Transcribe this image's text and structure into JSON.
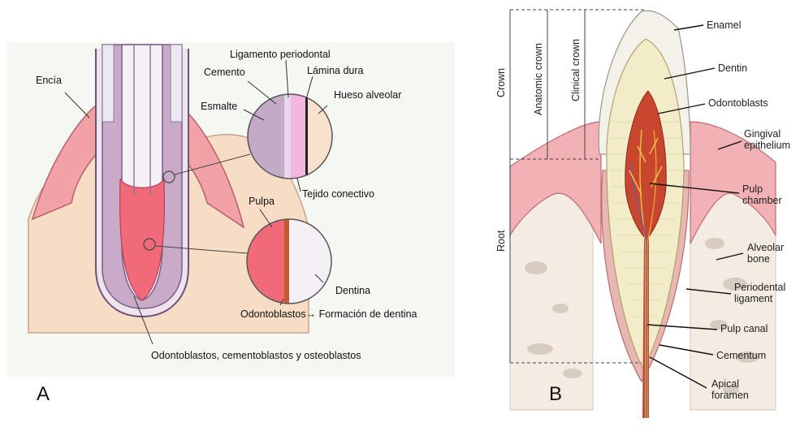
{
  "panel_a": {
    "letter": "A",
    "labels": {
      "encia": "Encía",
      "cemento": "Cemento",
      "ligamento": "Ligamento periodontal",
      "lamina": "Lámina dura",
      "hueso": "Hueso alveolar",
      "esmalte": "Esmalte",
      "tejido": "Tejido conectivo",
      "pulpa": "Pulpa",
      "dentina": "Dentina",
      "odontoblastos_formacion": "Odontoblastos→ Formación de dentina",
      "odontoblastos_bottom": "Odontoblastos, cementoblastos y osteoblastos"
    }
  },
  "panel_b": {
    "letter": "B",
    "labels": {
      "enamel": "Enamel",
      "dentin": "Dentin",
      "odontoblasts": "Odontoblasts",
      "gingival": "Gingival\nepithelium",
      "pulp_chamber": "Pulp\nchamber",
      "alveolar_bone": "Alveolar\nbone",
      "periodontal": "Periodental\nligament",
      "pulp_canal": "Pulp canal",
      "cementum": "Cementum",
      "apical": "Apical\nforamen"
    },
    "vertical": {
      "crown": "Crown",
      "root": "Root",
      "anatomic_crown": "Anatomic crown",
      "clinical_crown": "Clinical crown"
    }
  },
  "colors": {
    "enamel": "#e9e6f0",
    "dentin_a": "#c7a9c8",
    "pulp": "#f06878",
    "gum": "#f0a2a6",
    "bone": "#f6d9c4",
    "bone_b": "#f4ebe2"
  }
}
